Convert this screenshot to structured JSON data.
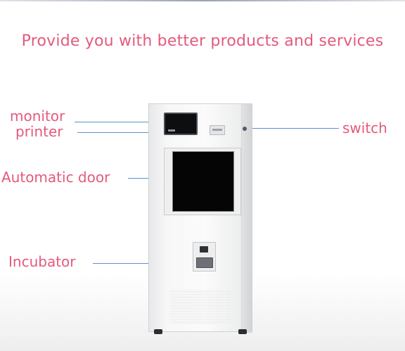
{
  "headline": "Provide you with better products and services",
  "labels": {
    "monitor": "monitor",
    "printer": "printer",
    "switch": "switch",
    "automatic_door": "Automatic door",
    "incubator": "Incubator"
  },
  "colors": {
    "label_text": "#e45a7c",
    "leader_line": "#5b8fd6",
    "leader_dot": "#2f63b8"
  }
}
